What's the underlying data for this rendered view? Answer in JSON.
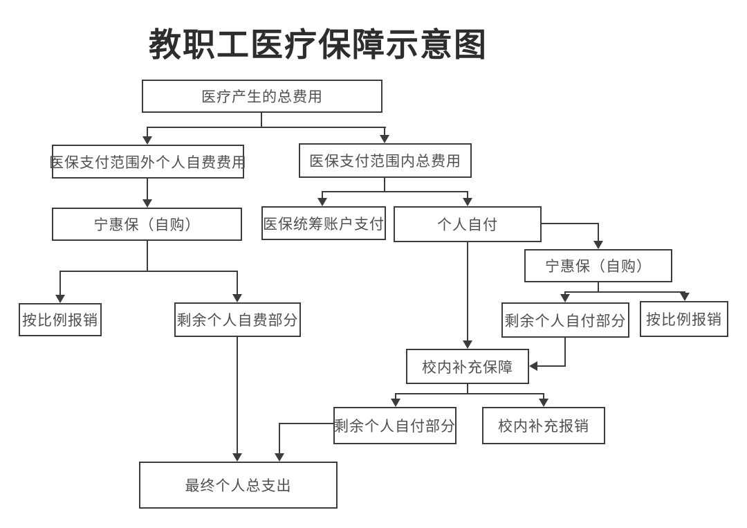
{
  "title": "教职工医疗保障示意图",
  "colors": {
    "background": "#ffffff",
    "line": "#3c3c3c",
    "node_border": "#3c3c3c",
    "node_text": "#4f4f4f",
    "title_text": "#2d2d2d"
  },
  "diagram": {
    "type": "flowchart",
    "nodes": {
      "total_cost": {
        "label": "医疗产生的总费用"
      },
      "outside_scope": {
        "label": "医保支付范围外个人自费费用"
      },
      "inside_scope": {
        "label": "医保支付范围内总费用"
      },
      "ninghuibao_left": {
        "label": "宁惠保（自购）"
      },
      "pooled_account": {
        "label": "医保统筹账户支付"
      },
      "personal_pay": {
        "label": "个人自付"
      },
      "ninghuibao_right": {
        "label": "宁惠保（自购）"
      },
      "remaining_self_pay_right": {
        "label": "剩余个人自付部分"
      },
      "ratio_reimburse_right": {
        "label": "按比例报销"
      },
      "ratio_reimburse_left": {
        "label": "按比例报销"
      },
      "remaining_self_fund": {
        "label": "剩余个人自费部分"
      },
      "campus_supplement": {
        "label": "校内补充保障"
      },
      "remaining_self_pay_bottom": {
        "label": "剩余个人自付部分"
      },
      "campus_reimburse": {
        "label": "校内补充报销"
      },
      "final_total": {
        "label": "最终个人总支出"
      }
    },
    "edges": [
      {
        "from": "total_cost",
        "to": "outside_scope"
      },
      {
        "from": "total_cost",
        "to": "inside_scope"
      },
      {
        "from": "outside_scope",
        "to": "ninghuibao_left"
      },
      {
        "from": "inside_scope",
        "to": "pooled_account"
      },
      {
        "from": "inside_scope",
        "to": "personal_pay"
      },
      {
        "from": "ninghuibao_left",
        "to": "ratio_reimburse_left"
      },
      {
        "from": "ninghuibao_left",
        "to": "remaining_self_fund"
      },
      {
        "from": "personal_pay",
        "to": "ninghuibao_right"
      },
      {
        "from": "personal_pay",
        "to": "campus_supplement"
      },
      {
        "from": "ninghuibao_right",
        "to": "remaining_self_pay_right"
      },
      {
        "from": "ninghuibao_right",
        "to": "ratio_reimburse_right"
      },
      {
        "from": "remaining_self_pay_right",
        "to": "campus_supplement"
      },
      {
        "from": "campus_supplement",
        "to": "remaining_self_pay_bottom"
      },
      {
        "from": "campus_supplement",
        "to": "campus_reimburse"
      },
      {
        "from": "remaining_self_fund",
        "to": "final_total"
      },
      {
        "from": "remaining_self_pay_bottom",
        "to": "final_total"
      }
    ]
  }
}
